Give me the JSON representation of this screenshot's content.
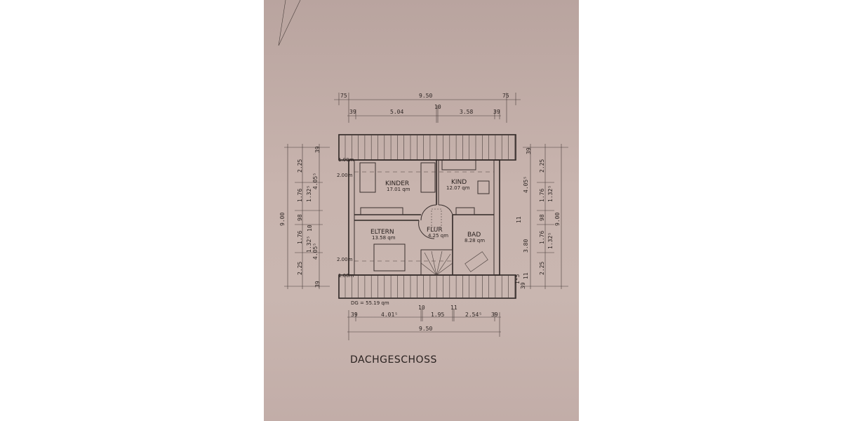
{
  "plan": {
    "title": "DACHGESCHOSS",
    "total_area": "DG = 55.19 qm",
    "rooms": [
      {
        "name": "KINDER",
        "area": "17.01 qm"
      },
      {
        "name": "KIND",
        "area": "12.07 qm"
      },
      {
        "name": "ELTERN",
        "area": "13.58 qm"
      },
      {
        "name": "FLUR",
        "area": "4.25 qm"
      },
      {
        "name": "BAD",
        "area": "8.28 qm"
      }
    ],
    "height_marks": [
      "1.00m",
      "2.00m",
      "2.00m",
      "1.00m"
    ],
    "dims_top_outer": [
      "75",
      "9.50",
      "75"
    ],
    "dims_top_inner": [
      "39",
      "5.04",
      "10",
      "3.58",
      "39"
    ],
    "dims_bottom_inner": [
      "39",
      "4.01⁵",
      "10",
      "1.95",
      "11",
      "2.54⁵",
      "39"
    ],
    "dims_bottom_outer": [
      "9.50"
    ],
    "dims_left": [
      "9.00",
      "2.25",
      "1.76",
      "98",
      "1.76",
      "2.25",
      "1.32⁵",
      "1.32⁵",
      "4.05⁵",
      "4.05⁵",
      "39",
      "10",
      "39"
    ],
    "dims_right": [
      "4.05⁵",
      "11",
      "3.80",
      "1⁴5",
      "11",
      "39",
      "39",
      "2.25",
      "1.76",
      "98",
      "1.76",
      "2.25",
      "1.32⁵",
      "1.32⁵",
      "9.00"
    ]
  },
  "colors": {
    "paper": "#c8b4ae",
    "ink": "#2f2725"
  }
}
